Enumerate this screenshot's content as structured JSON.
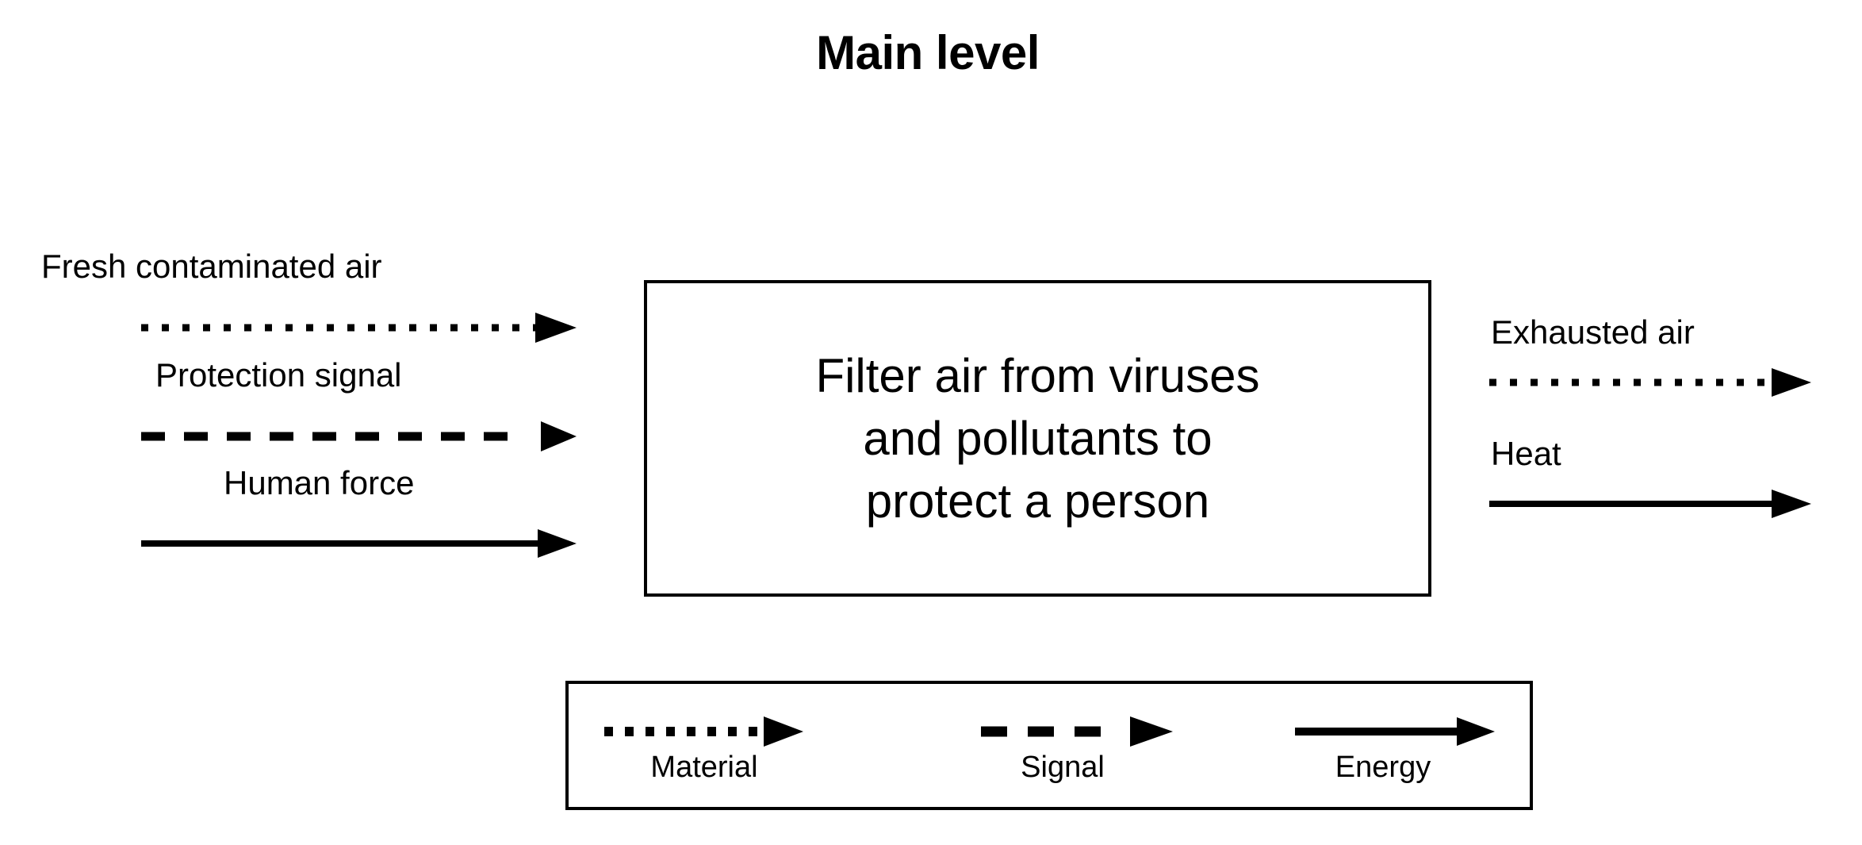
{
  "page": {
    "title": "Main level",
    "background_color": "#ffffff",
    "stroke_color": "#000000"
  },
  "main_box": {
    "name": "main-function-block",
    "lines": [
      "Filter air from viruses",
      "and pollutants to",
      "protect a person"
    ],
    "full_text": "Filter air from viruses and pollutants to protect a person"
  },
  "inputs": [
    {
      "label": "Fresh contaminated air",
      "flow_type": "Material",
      "arrow_style": "dotted"
    },
    {
      "label": "Protection signal",
      "flow_type": "Signal",
      "arrow_style": "dashed"
    },
    {
      "label": "Human force",
      "flow_type": "Energy",
      "arrow_style": "solid"
    }
  ],
  "outputs": [
    {
      "label": "Exhausted air",
      "flow_type": "Material",
      "arrow_style": "dotted"
    },
    {
      "label": "Heat",
      "flow_type": "Energy",
      "arrow_style": "solid"
    }
  ],
  "legend": {
    "items": [
      {
        "label": "Material",
        "arrow_style": "dotted"
      },
      {
        "label": "Signal",
        "arrow_style": "dashed"
      },
      {
        "label": "Energy",
        "arrow_style": "solid"
      }
    ]
  }
}
